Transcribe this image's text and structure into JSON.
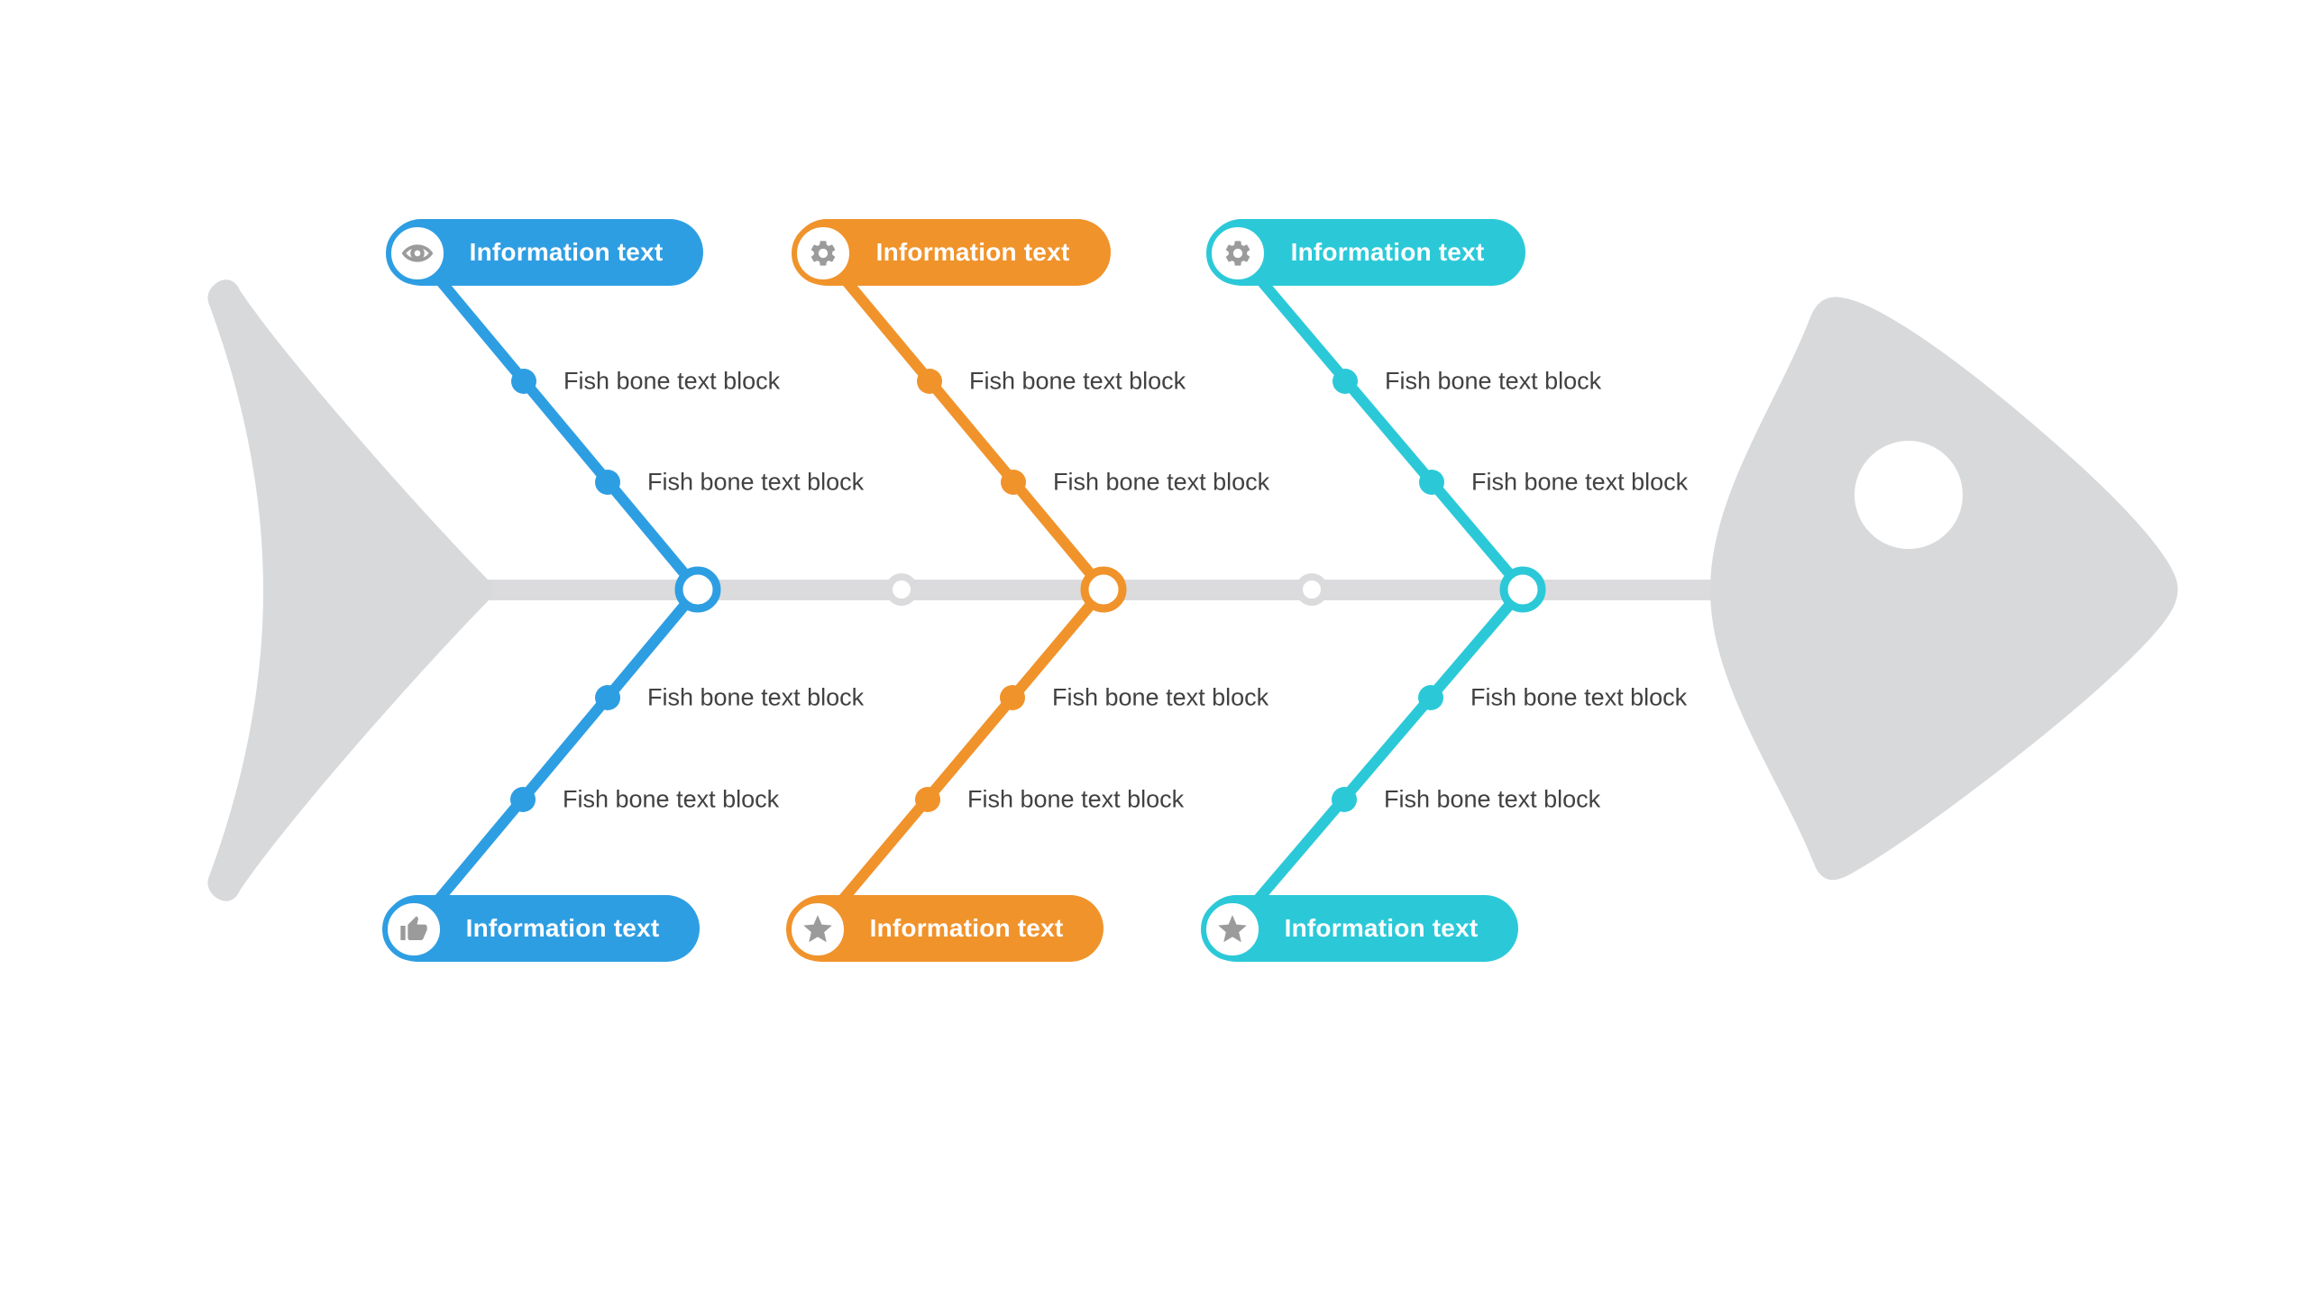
{
  "diagram": {
    "kind": "fishbone",
    "bone_label_default": "Fish bone text block",
    "pill_label_default": "Information text"
  },
  "colors": {
    "blue": "#2E9EE3",
    "orange": "#F0932B",
    "cyan": "#2BC9D8",
    "bone_gray": "#D8D9DB",
    "spine_gray": "#DBDBDD",
    "icon_gray": "#9B9B9B",
    "label_text": "#414141",
    "pill_text": "#FFFFFF"
  },
  "branches": [
    {
      "id": "blue",
      "color": "#2E9EE3",
      "top_pill": {
        "label": "Information text",
        "icon": "eye-icon"
      },
      "bottom_pill": {
        "label": "Information text",
        "icon": "thumbs-up-icon"
      },
      "top_bones": [
        "Fish bone text block",
        "Fish bone text block"
      ],
      "bottom_bones": [
        "Fish bone text block",
        "Fish bone text block"
      ]
    },
    {
      "id": "orange",
      "color": "#F0932B",
      "top_pill": {
        "label": "Information text",
        "icon": "gear-icon"
      },
      "bottom_pill": {
        "label": "Information text",
        "icon": "star-icon"
      },
      "top_bones": [
        "Fish bone text block",
        "Fish bone text block"
      ],
      "bottom_bones": [
        "Fish bone text block",
        "Fish bone text block"
      ]
    },
    {
      "id": "cyan",
      "color": "#2BC9D8",
      "top_pill": {
        "label": "Information text",
        "icon": "gear-icon"
      },
      "bottom_pill": {
        "label": "Information text",
        "icon": "star-icon"
      },
      "top_bones": [
        "Fish bone text block",
        "Fish bone text block"
      ],
      "bottom_bones": [
        "Fish bone text block",
        "Fish bone text block"
      ]
    }
  ]
}
